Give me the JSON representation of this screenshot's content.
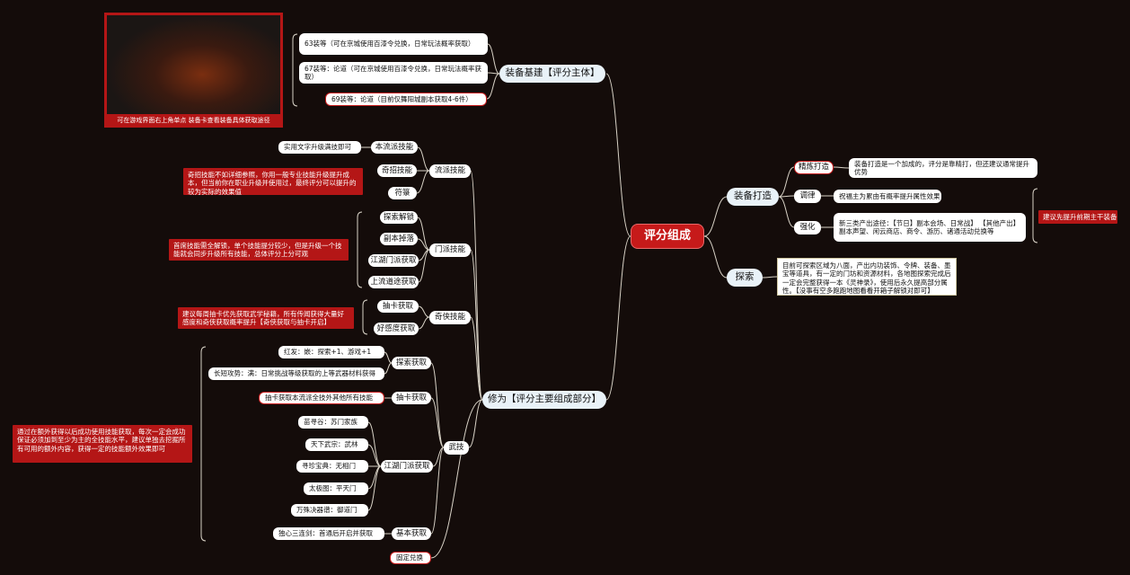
{
  "center": "评分组成",
  "screenshot_caption": "可在游戏界面右上角单点 装备卡查看装备具体获取途径",
  "branches": {
    "equip_base": {
      "label": "装备基建【评分主体】",
      "leaves": [
        "63装等（可在京城使用百漆令兑换，日常玩法概率获取）",
        "67装等：论道（可在京城使用百漆令兑换，日常玩法概率获取）",
        "69装等：论道（目前仅舞阳城副本获取4-6件）"
      ]
    },
    "equip_forge": {
      "label": "装备打造",
      "subs": [
        {
          "label": "精炼打造",
          "leaf": "装备打造是一个加成的，评分是靠精打，但还建议通常提升优势"
        },
        {
          "label": "调律",
          "leaf": "祝福主为累由有概率提升属性效果"
        },
        {
          "label": "强化",
          "leaf": "新三类产出途径：【节日】副本会场、日常战】 【其他产出】副本声望、闲云商店、商令、游历、诸通活动兑换等"
        }
      ],
      "note": "建议先提升前期主干装备"
    },
    "explore": {
      "label": "探索",
      "note": "目前可探索区域为八面，产出内功装饰、令牌、装备、墨宝等道具，有一定的门坊和资源材料，各地图探索完成后一定会完整获得一本《灵神录》，使用后永久提高部分属性。【没事有空多跑跑地图看看开箱子解锁对即可】"
    },
    "cultivation": {
      "label": "修为【评分主要组成部分】",
      "subs": {
        "style": {
          "label": "流派技能",
          "items": [
            {
              "label": "本流派技能",
              "leaf": "实用文字升级满技即可"
            },
            {
              "label": "奇招技能",
              "note": "奇招技能不如详细参照，你用一般专业技能升级提升成本，但当前你在职业升级并使用过，最终评分可以提升的较为实际的效果值"
            },
            {
              "label": "符箓"
            }
          ]
        },
        "sect": {
          "label": "门派技能",
          "items": [
            "探索解锁",
            "副本掉落",
            "江湖门派获取",
            "上流道途获取"
          ],
          "note": "首席技能需全解锁，单个技能提分较少，但是升级一个技能就会同步升级所有技能，总体评分上分可观"
        },
        "card": {
          "label": "奇侠技能",
          "items": [
            "抽卡获取",
            "好感度获取"
          ],
          "note": "建议每周抽卡优先获取武学秘籍，所有传闻获得大量好感度和奇侠获取概率提升【奇侠获取与抽卡开启】"
        },
        "martial": {
          "label": "武技",
          "groups": [
            {
              "label": "探索获取",
              "leaves": [
                "红发：嵌：探索+1、游戏+1",
                "长短攻势：满：日常挑战等级获取的上等武器材料获得"
              ]
            },
            {
              "label": "抽卡获取",
              "leaves": [
                "抽卡获取本流派全技外其他所有技能"
              ]
            },
            {
              "label": "江湖门派获取",
              "leaves": [
                "苗寻谷：苏门家族",
                "天下武宗：武林",
                "寻珍宝典：无相门",
                "太极图：平天门",
                "万殊决器谱：御道门"
              ]
            },
            {
              "label": "基本获取",
              "leaves": [
                "独心三连剑：首通后开启并获取"
              ]
            }
          ],
          "note": "通过在额外获得以后成功使用技能获取，每次一定会成功保证必须加到至少为主的全技能水平，建议单独去挖掘所有可用的额外内容，获得一定的技能额外效果即可",
          "extra": "固定兑换"
        }
      }
    }
  }
}
